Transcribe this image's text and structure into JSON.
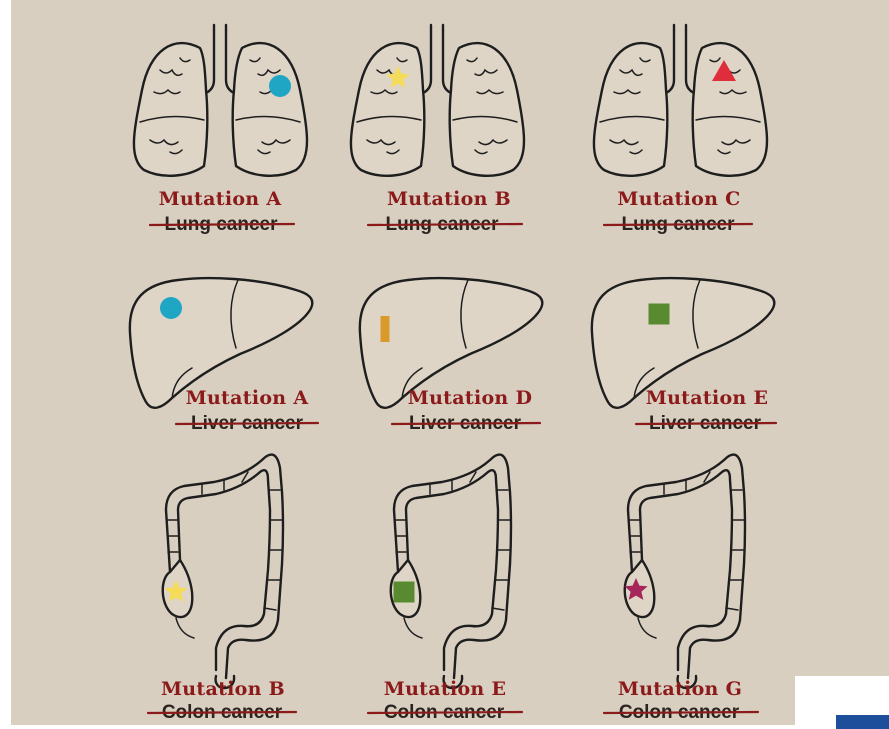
{
  "marker_colors": {
    "teal_circle": "#1fa6c4",
    "yellow_star": "#f4dc5a",
    "red_triangle": "#e02d3c",
    "orange_bar": "#d99a2b",
    "green_square": "#5a8a2f",
    "magenta_star": "#a6255a"
  },
  "label_colors": {
    "mutation": "#8b1a1a",
    "cancer": "#2a2420",
    "strike": "#8b1a1a"
  },
  "rows": [
    {
      "organ": "lungs",
      "cells": [
        {
          "mutation": "Mutation A",
          "cancer": "Lung cancer",
          "marker": "teal-circle"
        },
        {
          "mutation": "Mutation B",
          "cancer": "Lung cancer",
          "marker": "yellow-star"
        },
        {
          "mutation": "Mutation C",
          "cancer": "Lung cancer",
          "marker": "red-triangle"
        }
      ]
    },
    {
      "organ": "liver",
      "cells": [
        {
          "mutation": "Mutation A",
          "cancer": "Liver cancer",
          "marker": "teal-circle"
        },
        {
          "mutation": "Mutation D",
          "cancer": "Liver cancer",
          "marker": "orange-bar"
        },
        {
          "mutation": "Mutation E",
          "cancer": "Liver cancer",
          "marker": "green-square"
        }
      ]
    },
    {
      "organ": "colon",
      "cells": [
        {
          "mutation": "Mutation B",
          "cancer": "Colon cancer",
          "marker": "yellow-star"
        },
        {
          "mutation": "Mutation E",
          "cancer": "Colon cancer",
          "marker": "green-square"
        },
        {
          "mutation": "Mutation G",
          "cancer": "Colon cancer",
          "marker": "magenta-star"
        }
      ]
    }
  ]
}
